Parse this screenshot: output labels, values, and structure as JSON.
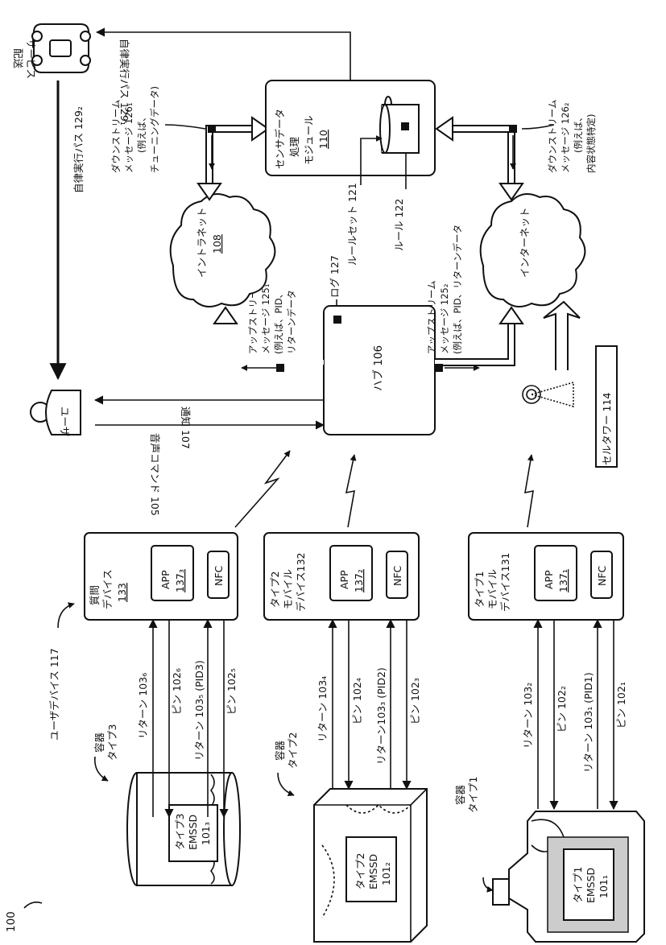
{
  "figure_number": "100",
  "user_devices_label": "ユーザデバイス 117",
  "containers": [
    {
      "type_label": "容器\nタイプ3",
      "emssd": [
        "タイプ3",
        "EMSSD",
        "101₃"
      ]
    },
    {
      "type_label": "容器\nタイプ2",
      "emssd": [
        "タイプ2",
        "EMSSD",
        "101₂"
      ]
    },
    {
      "type_label": "容器\nタイプ1",
      "emssd": [
        "タイプ1",
        "EMSSD",
        "101₁"
      ]
    }
  ],
  "links": {
    "device3": [
      "リターン 103₆",
      "ピン 102₆",
      "リターン 103₅ (PID3)",
      "ピン 102₅"
    ],
    "device2": [
      "リターン 103₄",
      "ピン 102₄",
      "リターン103₃ (PID2)",
      "ピン 102₃"
    ],
    "device1": [
      "リターン 103₂",
      "ピン 102₂",
      "リターン 103₁ (PID1)",
      "ピン 102₁"
    ]
  },
  "devices": [
    {
      "name": [
        "質問",
        "デバイス",
        "133"
      ],
      "app": [
        "APP",
        "137₃"
      ],
      "nfc": "NFC"
    },
    {
      "name": [
        "タイプ2",
        "モバイル",
        "デバイス132"
      ],
      "app": [
        "APP",
        "137₂"
      ],
      "nfc": "NFC"
    },
    {
      "name": [
        "タイプ1",
        "モバイル",
        "デバイス131"
      ],
      "app": [
        "APP",
        "137₁"
      ],
      "nfc": "NFC"
    }
  ],
  "hub": "ハブ 106",
  "user": "ユーザ",
  "hub_user_links": [
    "通知 107",
    "音声コマンド 105"
  ],
  "cell_tower": "セルタワー 114",
  "intranet": [
    "イントラネット",
    "108"
  ],
  "internet": "インターネット",
  "log": "ログ 127",
  "ruleset": "ルールセット 121",
  "rule": "ルール 122",
  "sensor_module": [
    "センサデータ",
    "処理",
    "モジュール",
    "110"
  ],
  "upstream1": [
    "アップストリーム",
    "メッセージ 125₁",
    "(例えば、PID、",
    "リターンデータ"
  ],
  "upstream2": [
    "アップストリーム",
    "メッセージ 125₂",
    "(例えば、PID、リターンデータ"
  ],
  "downstream1": [
    "ダウンストリーム",
    "メッセージ 126₁",
    "(例えば、",
    "チューニングデータ)"
  ],
  "downstream2": [
    "ダウンストリーム",
    "メッセージ 126₂",
    "(例えば、",
    "内容状態特定)"
  ],
  "delivery_service": [
    "配送",
    "サービス"
  ],
  "autonomous_path_top": "自律実行パス 129₁",
  "autonomous_path_left": "自律実行パス 129₂",
  "colors": {
    "line": "#111111",
    "background": "#ffffff"
  },
  "icons": [
    "car-icon",
    "user-icon",
    "cell-tower-icon",
    "database-icon",
    "lightning-icon",
    "bottle-icon",
    "box-icon",
    "jar-icon"
  ]
}
